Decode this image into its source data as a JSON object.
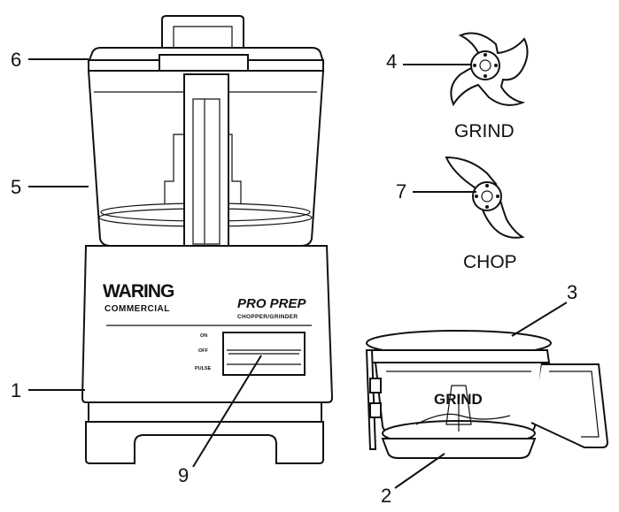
{
  "diagram": {
    "callouts": [
      {
        "id": "c1",
        "label": "1"
      },
      {
        "id": "c2",
        "label": "2"
      },
      {
        "id": "c3",
        "label": "3"
      },
      {
        "id": "c4",
        "label": "4"
      },
      {
        "id": "c5",
        "label": "5"
      },
      {
        "id": "c6",
        "label": "6"
      },
      {
        "id": "c7",
        "label": "7"
      },
      {
        "id": "c9",
        "label": "9"
      }
    ],
    "blades": {
      "grind_label": "GRIND",
      "chop_label": "CHOP"
    },
    "base": {
      "brand": "WARING",
      "brand_line2": "COMMERCIAL",
      "model": "PRO PREP",
      "model_line2": "CHOPPER/GRINDER",
      "switch_on": "ON",
      "switch_off": "OFF",
      "switch_pulse": "PULSE"
    },
    "bowl": {
      "label": "GRIND"
    }
  }
}
